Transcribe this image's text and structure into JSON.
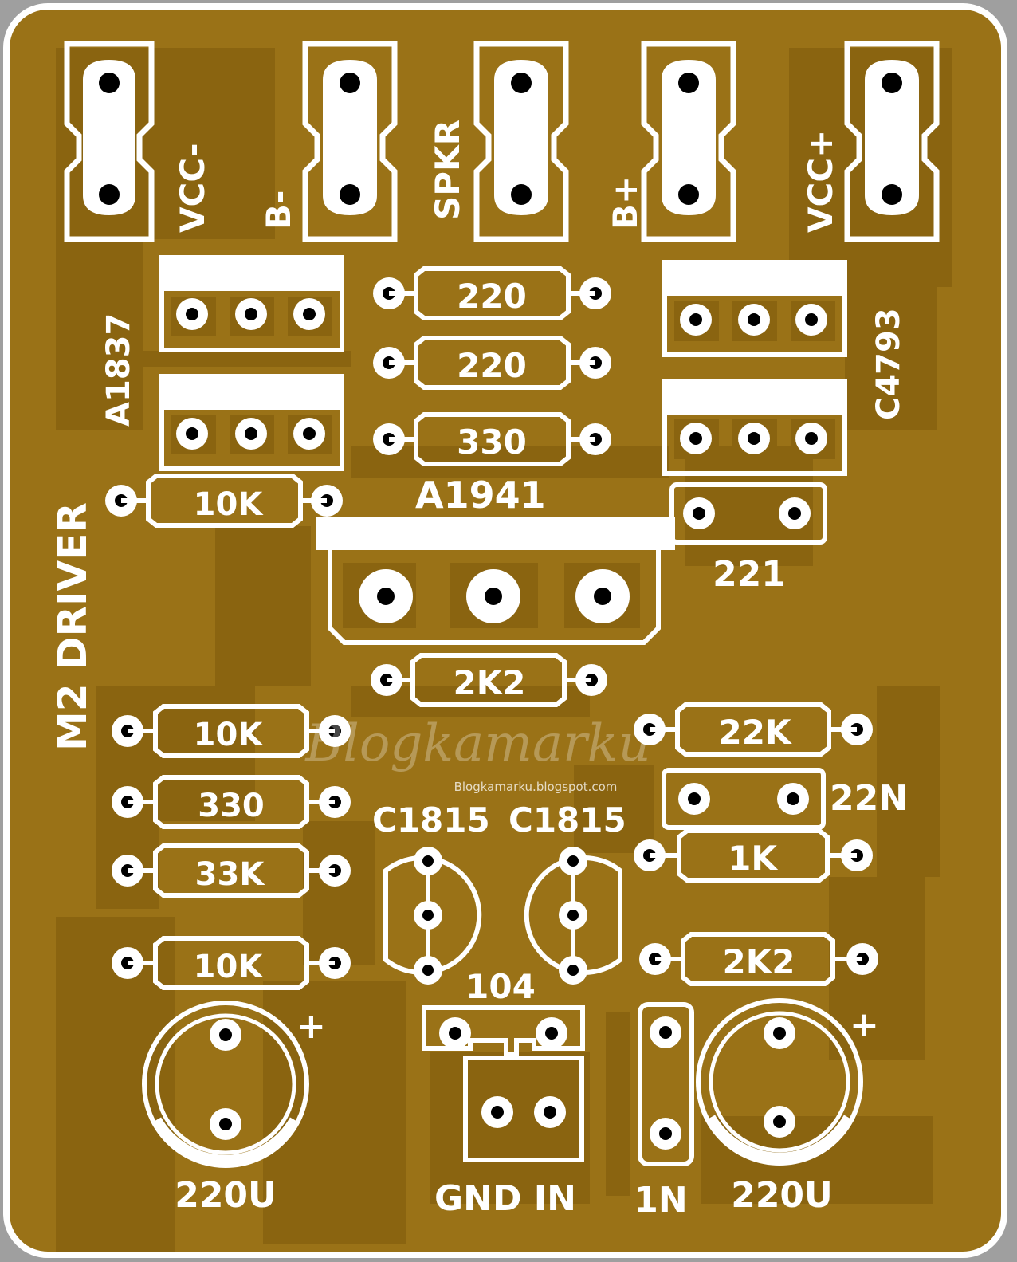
{
  "colors": {
    "background": "#9f9f9f",
    "board": "#9a7217",
    "trace": "#8a6410",
    "silkscreen": "#ffffff",
    "hole": "#000000"
  },
  "board_title": "M2 DRIVER",
  "watermark": {
    "name": "Blogkamarku",
    "url": "Blogkamarku.blogspot.com"
  },
  "terminals": [
    "VCC-",
    "B-",
    "SPKR",
    "B+",
    "VCC+"
  ],
  "transistor_labels": {
    "left": "A1837",
    "right": "C4793",
    "center": "A1941",
    "small_left": "C1815",
    "small_right": "C1815"
  },
  "resistors": {
    "top_1": "220",
    "top_2": "220",
    "top_3": "330",
    "left_10k_upper": "10K",
    "mid_2k2": "2K2",
    "left_10k": "10K",
    "left_330": "330",
    "left_33k": "33K",
    "left_10k_lower": "10K",
    "right_22k": "22K",
    "right_1k": "1K",
    "right_2k2": "2K2"
  },
  "capacitors": {
    "cap_221": "221",
    "cap_22n": "22N",
    "cap_104": "104",
    "elec_left": "220U",
    "elec_right": "220U",
    "polarity_mark": "+"
  },
  "diode": "1N",
  "input_connector": "GND IN"
}
